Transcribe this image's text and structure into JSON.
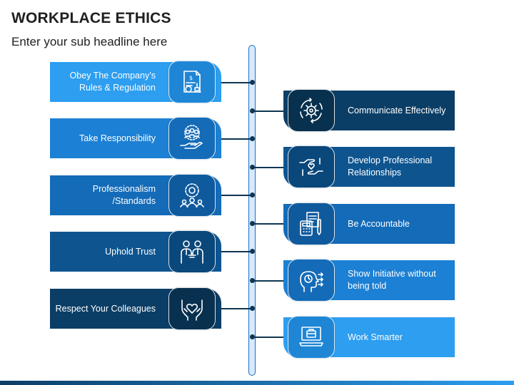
{
  "header": {
    "title": "WORKPLACE ETHICS",
    "subtitle": "Enter your sub headline here"
  },
  "left_items": [
    {
      "label": "Obey The Company’s Rules & Regulation",
      "icon": "document-stamp-icon"
    },
    {
      "label": "Take Responsibility",
      "icon": "team-hand-icon"
    },
    {
      "label": "Professionalism /Standards",
      "icon": "person-gear-icon"
    },
    {
      "label": "Uphold Trust",
      "icon": "handshake-people-icon"
    },
    {
      "label": "Respect Your Colleagues",
      "icon": "hands-heart-icon"
    }
  ],
  "right_items": [
    {
      "label": "Communicate Effectively",
      "icon": "gear-cycle-icon"
    },
    {
      "label": "Develop Professional Relationships",
      "icon": "hands-heart-exchange-icon"
    },
    {
      "label": "Be Accountable",
      "icon": "calculator-documents-icon"
    },
    {
      "label": "Show Initiative without being told",
      "icon": "head-idea-icon"
    },
    {
      "label": "Work Smarter",
      "icon": "laptop-briefcase-icon"
    }
  ],
  "colors": {
    "level1": "#2d9ef0",
    "level2": "#1c80d4",
    "level3": "#146bb8",
    "level4": "#0e5590",
    "level5": "#0b3e66",
    "spine_border": "#1c6fc4",
    "connector": "#0f3552"
  }
}
